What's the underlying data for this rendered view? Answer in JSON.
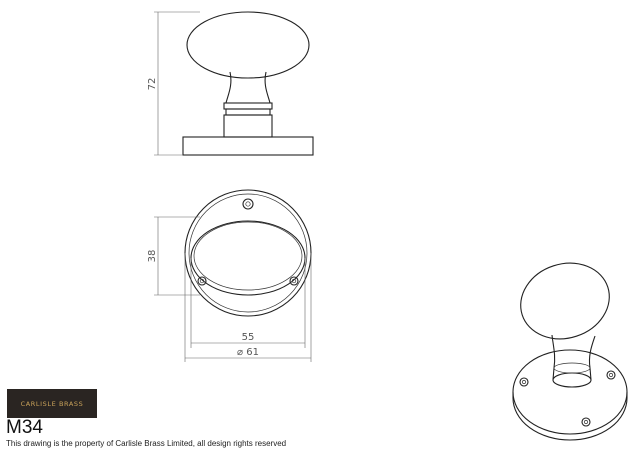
{
  "dimensions": {
    "height": "72",
    "depth": "38",
    "knob_width": "55",
    "rose_diameter": "⌀ 61"
  },
  "brand": {
    "logo_text": "CARLISLE BRASS",
    "logo_bg": "#2a2522",
    "logo_fg": "#c9a25a"
  },
  "product_code": "M34",
  "notice": "This drawing is the property of Carlisle Brass Limited, all design rights reserved"
}
